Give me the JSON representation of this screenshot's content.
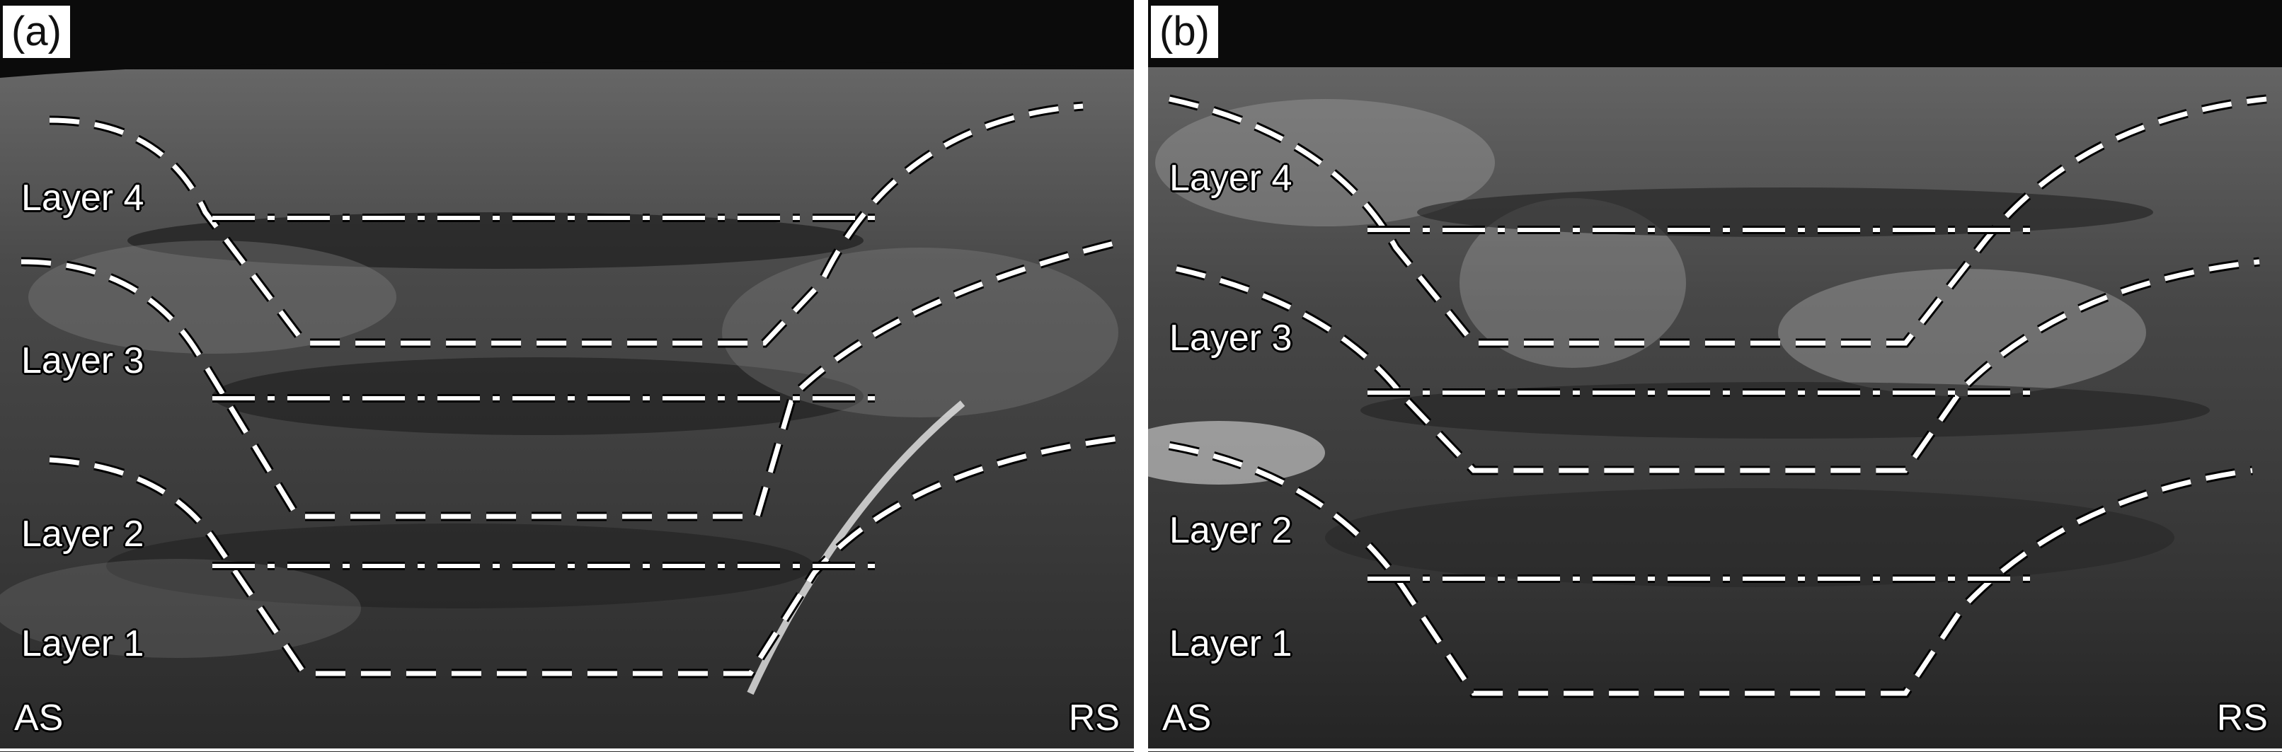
{
  "panels": [
    {
      "letter": "(a)",
      "layers": [
        "Layer 4",
        "Layer 3",
        "Layer 2",
        "Layer 1"
      ],
      "left_corner": "AS",
      "right_corner": "RS"
    },
    {
      "letter": "(b)",
      "layers": [
        "Layer 4",
        "Layer 3",
        "Layer 2",
        "Layer 1"
      ],
      "left_corner": "AS",
      "right_corner": "RS"
    }
  ],
  "colors": {
    "overlay_line": "#ffffff",
    "background_dark": "#2c2c2c",
    "top_band": "#0b0b0b",
    "separator": "#ffffff"
  }
}
